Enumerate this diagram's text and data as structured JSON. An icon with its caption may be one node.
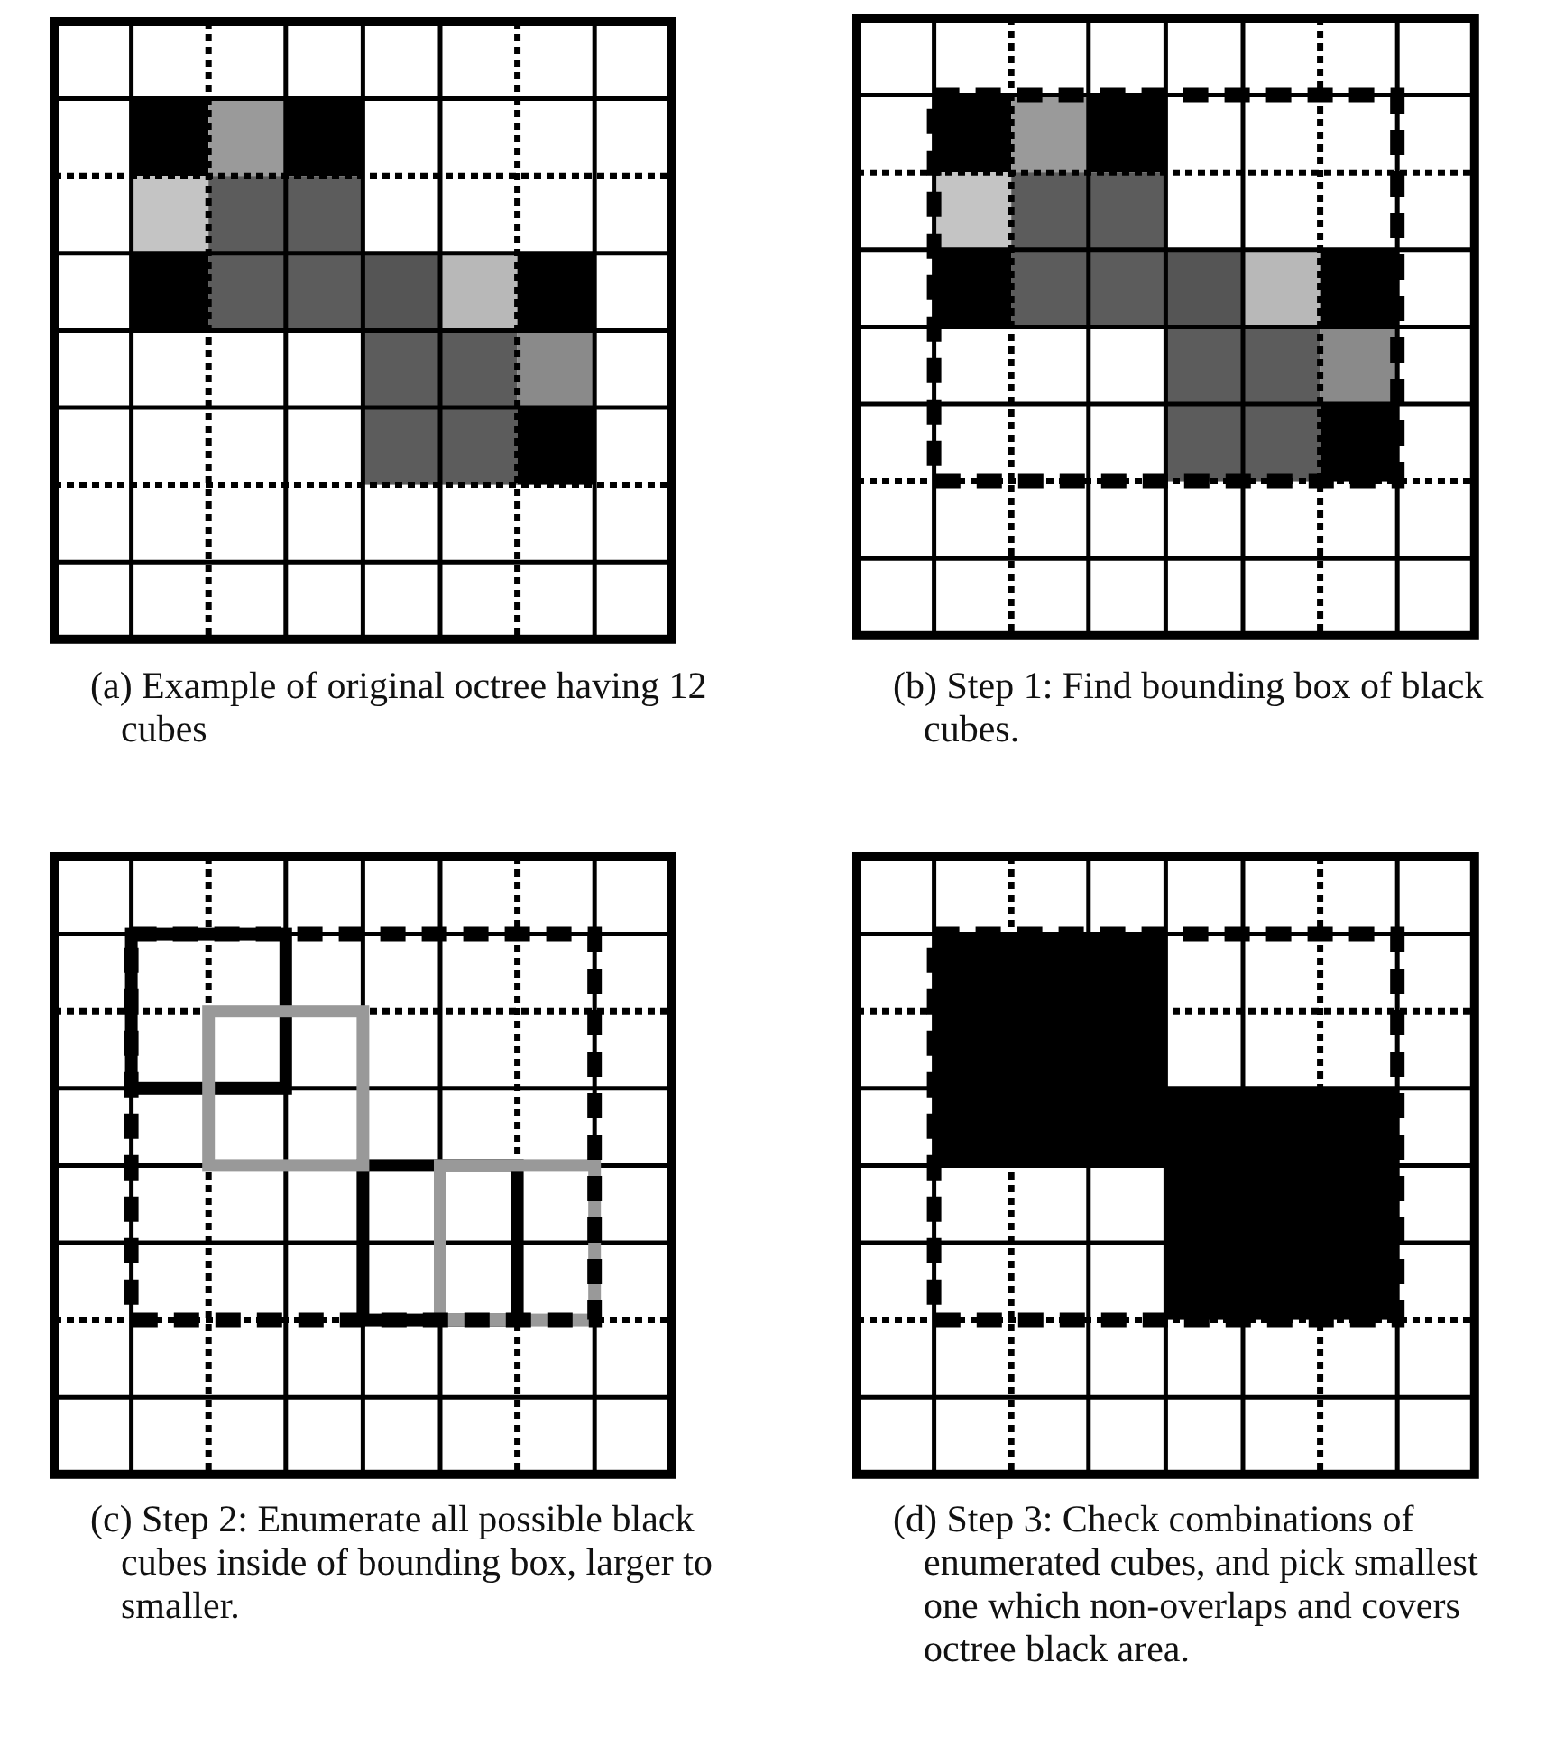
{
  "diagram": {
    "labels": [
      "(a) Example of original octree having 12 cubes",
      "(b) Step 1: Find bounding box of black cubes.",
      "(c) Step 2: Enumerate all possible black cubes inside of bounding box, larger to smaller.",
      "(d) Step 3: Check combinations of enumerated cubes, and pick smallest one which non-overlaps and covers octree black area."
    ]
  }
}
